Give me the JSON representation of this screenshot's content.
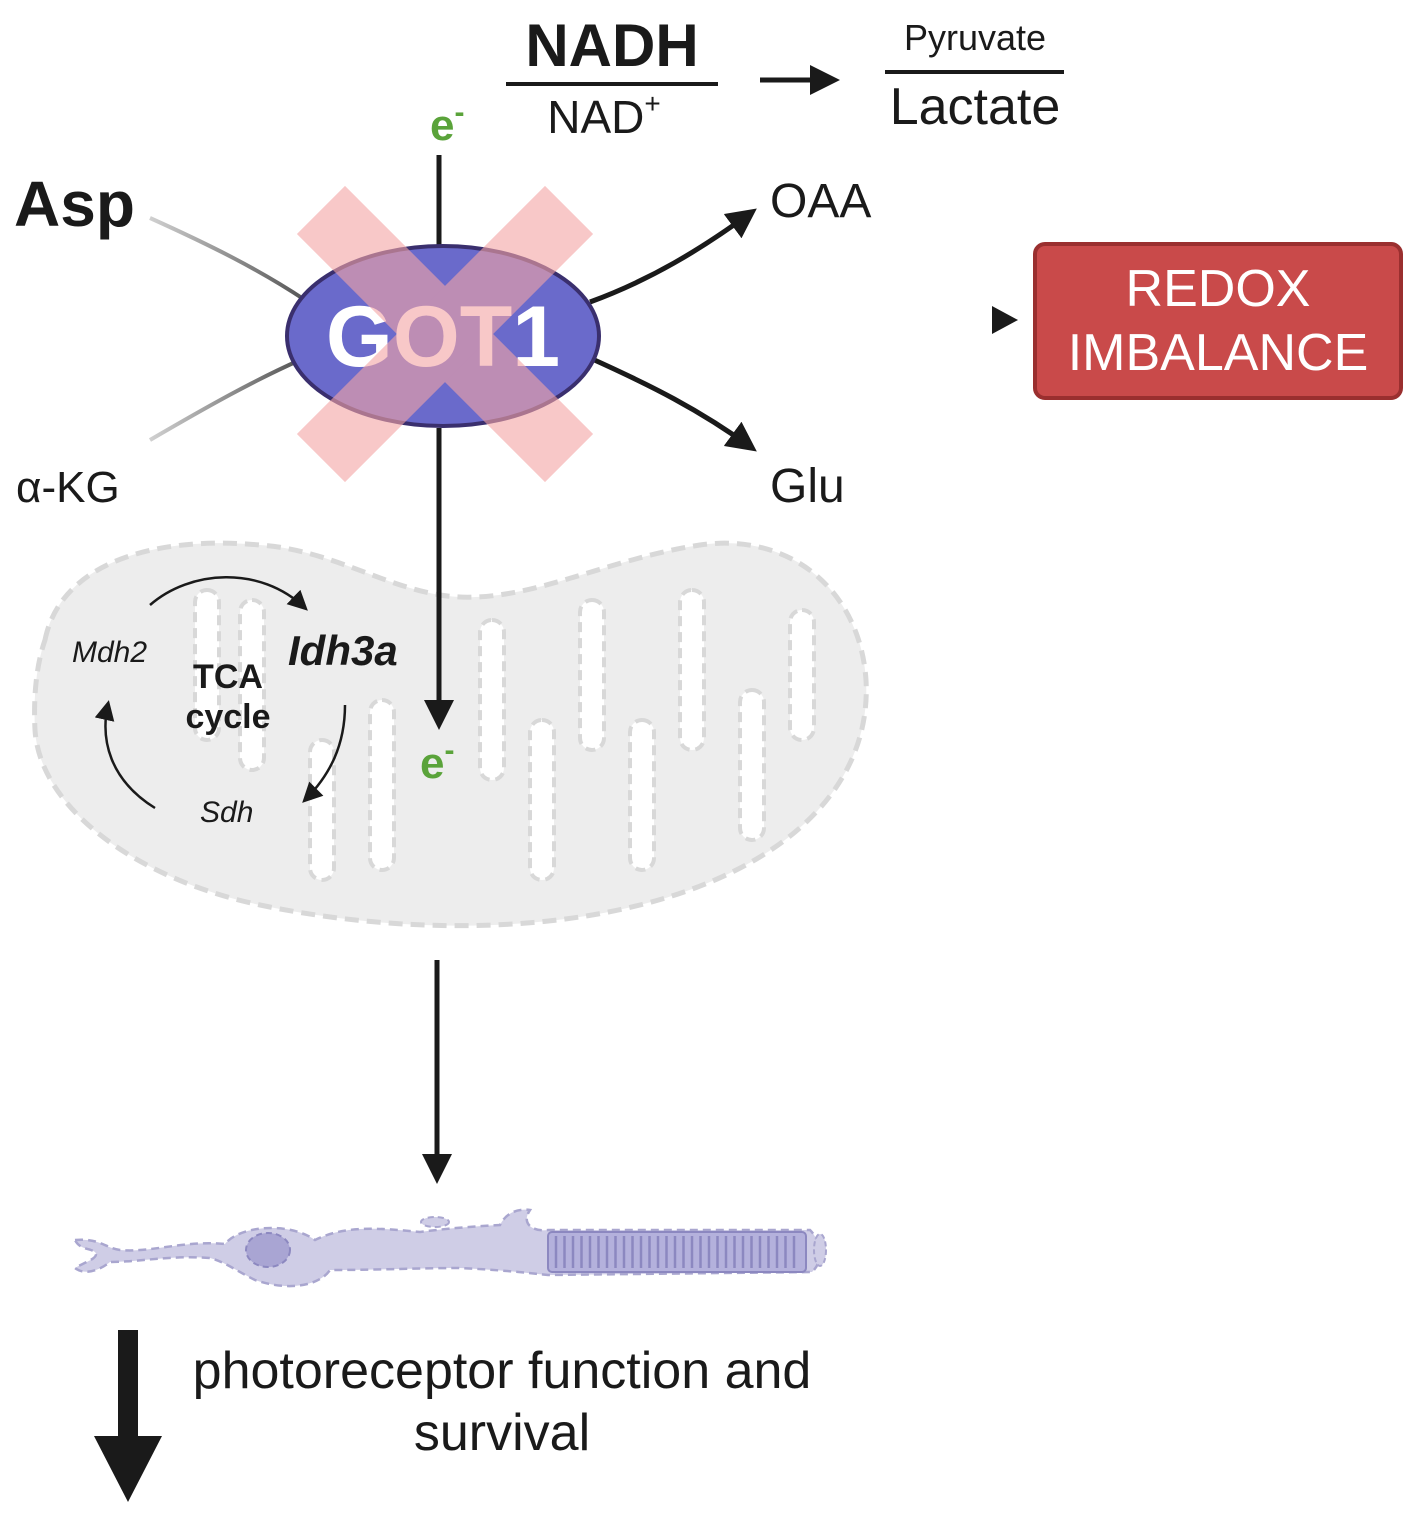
{
  "redox": {
    "nadh": "NADH",
    "nad_base": "NAD",
    "nad_sup": "+",
    "pyruvate": "Pyruvate",
    "lactate": "Lactate"
  },
  "electron": {
    "base": "e",
    "sup": "-"
  },
  "enzyme": "GOT1",
  "substrates": {
    "asp": "Asp",
    "akg": "α-KG"
  },
  "products": {
    "oaa": "OAA",
    "glu": "Glu"
  },
  "outcome_box": {
    "line1": "REDOX",
    "line2": "IMBALANCE"
  },
  "tca": {
    "title_line1": "TCA",
    "title_line2": "cycle",
    "idh3a": "Idh3a",
    "mdh2": "Mdh2",
    "sdh": "Sdh"
  },
  "result": {
    "line1": "photoreceptor function and",
    "line2": "survival"
  },
  "colors": {
    "electron_green": "#5aa33a",
    "got1_fill": "#6a6acb",
    "got1_stroke": "#3a2f6e",
    "inhibit_x": "#f5a5a5",
    "box_fill": "#c94a4a",
    "box_stroke": "#9a2f2f",
    "mito_fill": "#ededed",
    "cell_fill": "#cfcde6"
  }
}
